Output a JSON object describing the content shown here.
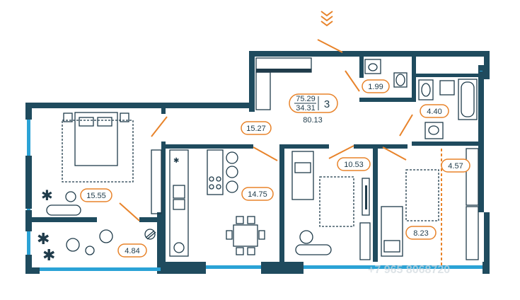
{
  "summary": {
    "total_area": "75.29",
    "living_area": "34.31",
    "rooms_count": "3",
    "kitchen_area_total": "80.13"
  },
  "rooms": {
    "bathroom_small": "1.99",
    "bathroom_large": "4.40",
    "hall": "15.27",
    "wardrobe": "4.57",
    "kitchen_living": "14.75",
    "bedroom_main": "15.55",
    "bedroom_middle": "10.53",
    "bedroom_right": "8.23",
    "balcony": "4.84"
  },
  "watermark": "+7 965 8068720",
  "colors": {
    "wall": "#1f4b5e",
    "window": "#2ba3d6",
    "door": "#e8832a",
    "label_border": "#e8832a"
  }
}
